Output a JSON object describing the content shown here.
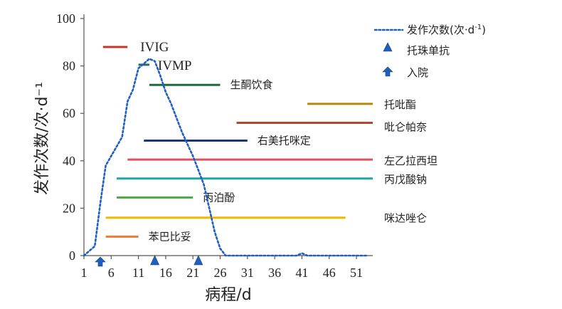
{
  "chart_data": {
    "type": "line",
    "xlabel": "病程/d",
    "ylabel": "发作次数/次·d⁻¹",
    "xlim": [
      1,
      54
    ],
    "ylim": [
      0,
      100
    ],
    "x_ticks": [
      1,
      6,
      11,
      16,
      21,
      26,
      31,
      36,
      41,
      46,
      51
    ],
    "y_ticks": [
      0,
      20,
      40,
      60,
      80,
      100
    ],
    "series": [
      {
        "name": "发作次数(次·d-1)",
        "style": "dotted",
        "color": "#1f5fbf",
        "x": [
          1,
          2,
          3,
          4,
          5,
          6,
          7,
          8,
          9,
          10,
          11,
          12,
          13,
          14,
          15,
          16,
          17,
          18,
          19,
          20,
          21,
          22,
          23,
          24,
          25,
          26,
          27,
          28,
          29,
          30,
          35,
          40,
          41,
          42,
          45,
          50,
          53
        ],
        "y": [
          0,
          2,
          4,
          22,
          38,
          42,
          46,
          50,
          65,
          70,
          79,
          81,
          83,
          82,
          76,
          69,
          64,
          58,
          52,
          47,
          42,
          36,
          30,
          20,
          10,
          3,
          0,
          0,
          0,
          0,
          0,
          0,
          1,
          0,
          0,
          0,
          0
        ]
      }
    ],
    "legend": {
      "placement": "top-right",
      "line_label": "发作次数",
      "line_unit_open": "(次·d",
      "line_unit_sup": "-1",
      "line_unit_close": ")",
      "triangle_label": "托珠单抗",
      "arrow_label": "入院"
    },
    "treatments": [
      {
        "label": "IVIG",
        "color": "#c0392b",
        "start": 4.5,
        "end": 9,
        "y": 88,
        "font": "serif"
      },
      {
        "label": "IVMP",
        "color": "#1a6e6e",
        "start": 11,
        "end": 13,
        "y": 80.5,
        "font": "serif"
      },
      {
        "label": "生酮饮食",
        "color": "#1e6b3a",
        "start": 13,
        "end": 26,
        "y": 72,
        "font": "sans"
      },
      {
        "label": "托吡酯",
        "color": "#b8860b",
        "start": 42,
        "end": 54,
        "y": 64,
        "font": "sans"
      },
      {
        "label": "吡仑帕奈",
        "color": "#b5472a",
        "start": 29,
        "end": 54,
        "y": 56,
        "font": "sans"
      },
      {
        "label": "右美托咪定",
        "color": "#1a3a6b",
        "start": 12,
        "end": 31,
        "y": 48.5,
        "font": "sans"
      },
      {
        "label": "左乙拉西坦",
        "color": "#e0505e",
        "start": 9,
        "end": 54,
        "y": 40.5,
        "font": "sans"
      },
      {
        "label": "丙戊酸钠",
        "color": "#1aa8a8",
        "start": 7,
        "end": 54,
        "y": 32.5,
        "font": "sans"
      },
      {
        "label": "丙泊酚",
        "color": "#4aa84a",
        "start": 7,
        "end": 21,
        "y": 24.5,
        "font": "sans"
      },
      {
        "label": "咪达唑仑",
        "color": "#f0b800",
        "start": 5,
        "end": 49,
        "y": 16,
        "font": "sans"
      },
      {
        "label": "苯巴比妥",
        "color": "#f07a30",
        "start": 5,
        "end": 11,
        "y": 8,
        "font": "sans"
      }
    ],
    "tocilizumab_days": [
      14,
      22
    ],
    "admission_day": 4,
    "colors": {
      "marker": "#1f5fbf",
      "axis": "#555555"
    }
  }
}
